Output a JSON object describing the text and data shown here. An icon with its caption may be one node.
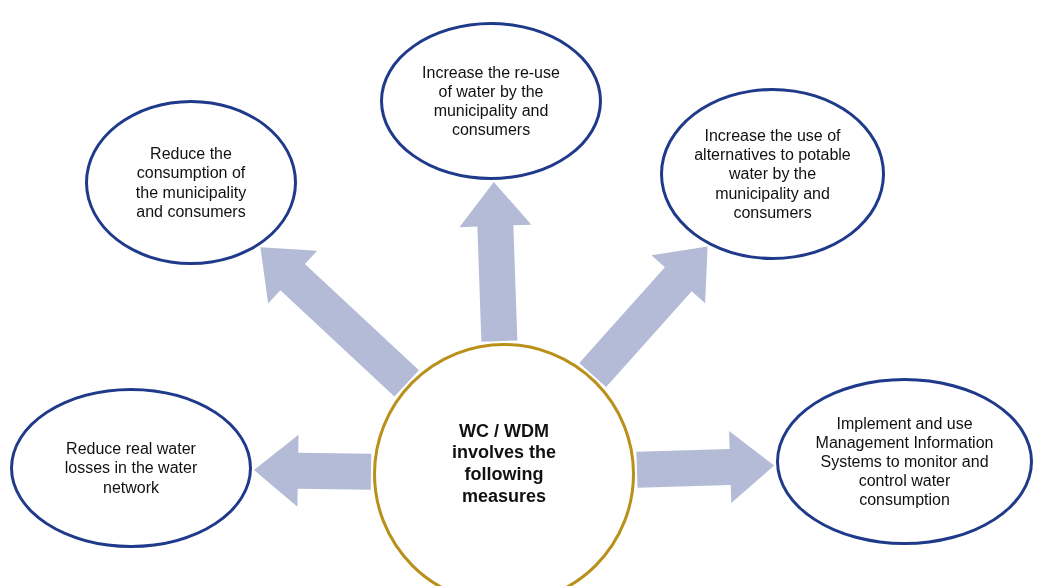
{
  "diagram": {
    "nodes": [
      {
        "text": [
          "Increase the re-use of water by the municipality and consumers"
        ]
      },
      {
        "text": [
          "Reduce the consumption of the municipality and consumers"
        ]
      },
      {
        "text": [
          "Increase the use of alternatives to potable water by the municipality and consumers"
        ]
      },
      {
        "text": [
          "Reduce real water losses in the water network"
        ]
      },
      {
        "text": [
          "WC / WDM involves the following measures"
        ]
      },
      {
        "text": [
          "Implement and use Management Information Systems to monitor and control water consumption"
        ]
      }
    ],
    "edges": [
      {
        "from": 4,
        "to": 1,
        "arrow": "to"
      },
      {
        "from": 4,
        "to": 0,
        "arrow": "to"
      },
      {
        "from": 4,
        "to": 2,
        "arrow": "to"
      },
      {
        "from": 4,
        "to": 3,
        "arrow": "to"
      },
      {
        "from": 4,
        "to": 5,
        "arrow": "to"
      }
    ]
  }
}
